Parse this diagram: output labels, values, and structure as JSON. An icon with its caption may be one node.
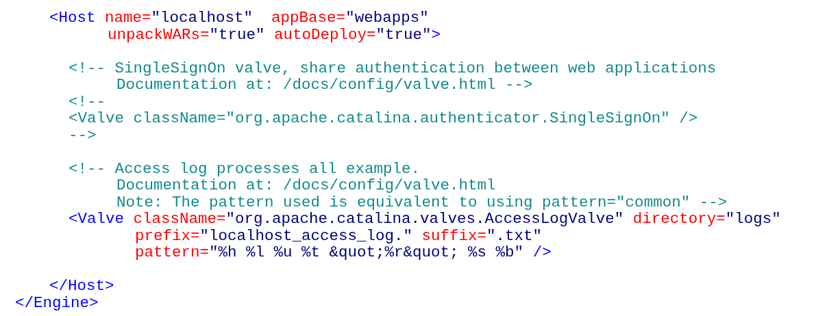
{
  "diagram": {
    "labels": [
      "<Host name=\"localhost\"  appBase=\"webapps\"",
      "unpackWARs=\"true\" autoDeploy=\"true\">",
      "<!-- SingleSignOn valve, share authentication between web applications",
      "Documentation at: /docs/config/valve.html -->",
      "<!--",
      "<Valve className=\"org.apache.catalina.authenticator.SingleSignOn\" />",
      "-->",
      "<!-- Access log processes all example.",
      "Documentation at: /docs/config/valve.html",
      "Note: The pattern used is equivalent to using pattern=\"common\" -->",
      "<Valve className=\"org.apache.catalina.valves.AccessLogValve\" directory=\"logs\"",
      "prefix=\"localhost_access_log.\" suffix=\".txt\"",
      "pattern=\"%h %l %u %t &quot;%r&quot; %s %b\" />",
      "</Host>",
      "</Engine>"
    ]
  }
}
